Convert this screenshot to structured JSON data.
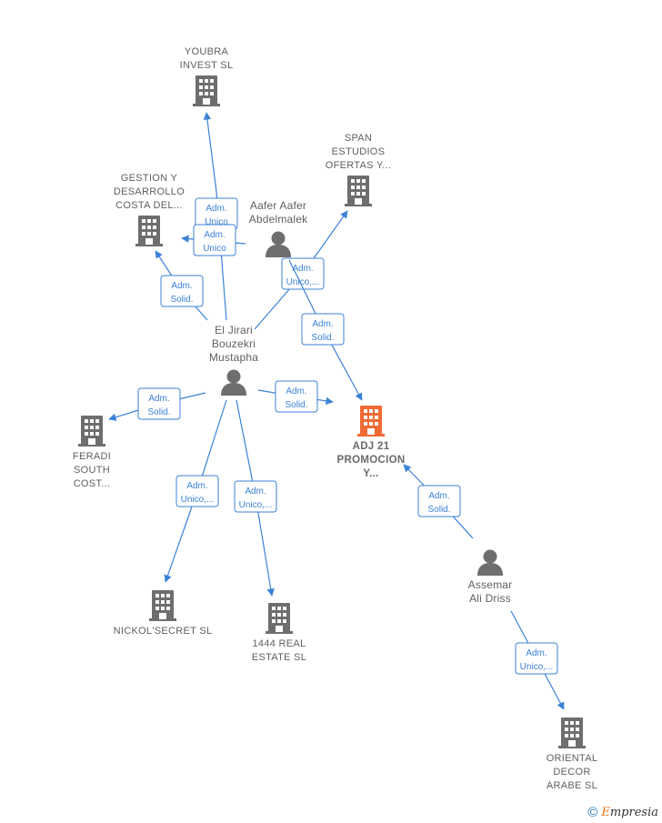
{
  "nodes": [
    {
      "id": "youbra",
      "type": "company",
      "lines": [
        "YOUBRA",
        "INVEST SL"
      ]
    },
    {
      "id": "gestion",
      "type": "company",
      "lines": [
        "GESTION Y",
        "DESARROLLO",
        "COSTA DEL..."
      ]
    },
    {
      "id": "span",
      "type": "company",
      "lines": [
        "SPAN",
        "ESTUDIOS",
        "OFERTAS Y..."
      ]
    },
    {
      "id": "aafer",
      "type": "person",
      "lines": [
        "Aafer Aafer",
        "Abdelmalek"
      ]
    },
    {
      "id": "eljirari",
      "type": "person",
      "lines": [
        "El Jirari",
        "Bouzekri",
        "Mustapha"
      ]
    },
    {
      "id": "adj21",
      "type": "company",
      "focus": true,
      "lines": [
        "ADJ 21",
        "PROMOCION",
        "Y..."
      ]
    },
    {
      "id": "feradi",
      "type": "company",
      "lines": [
        "FERADI",
        "SOUTH",
        "COST..."
      ]
    },
    {
      "id": "nickol",
      "type": "company",
      "lines": [
        "NICKOL'SECRET SL"
      ]
    },
    {
      "id": "real1444",
      "type": "company",
      "lines": [
        "1444 REAL",
        "ESTATE  SL"
      ]
    },
    {
      "id": "assemar",
      "type": "person",
      "lines": [
        "Assemar",
        "Ali Driss"
      ]
    },
    {
      "id": "oriental",
      "type": "company",
      "lines": [
        "ORIENTAL",
        "DECOR",
        "ARABE SL"
      ]
    }
  ],
  "edges": [
    {
      "id": "e1",
      "from": "eljirari",
      "to": "youbra",
      "label": [
        "Adm.",
        "Unico"
      ]
    },
    {
      "id": "e2",
      "from": "aafer",
      "to": "gestion",
      "label": [
        "Adm.",
        "Unico"
      ]
    },
    {
      "id": "e3",
      "from": "eljirari",
      "to": "gestion",
      "label": [
        "Adm.",
        "Solid."
      ]
    },
    {
      "id": "e4",
      "from": "eljirari",
      "to": "span",
      "label": [
        "Adm.",
        "Unico,..."
      ]
    },
    {
      "id": "e5",
      "from": "aafer",
      "to": "adj21",
      "label": [
        "Adm.",
        "Solid."
      ]
    },
    {
      "id": "e6",
      "from": "eljirari",
      "to": "adj21",
      "label": [
        "Adm.",
        "Solid."
      ]
    },
    {
      "id": "e7",
      "from": "eljirari",
      "to": "feradi",
      "label": [
        "Adm.",
        "Solid."
      ]
    },
    {
      "id": "e8",
      "from": "eljirari",
      "to": "nickol",
      "label": [
        "Adm.",
        "Unico,..."
      ]
    },
    {
      "id": "e9",
      "from": "eljirari",
      "to": "real1444",
      "label": [
        "Adm.",
        "Unico,..."
      ]
    },
    {
      "id": "e10",
      "from": "assemar",
      "to": "adj21",
      "label": [
        "Adm.",
        "Solid."
      ]
    },
    {
      "id": "e11",
      "from": "assemar",
      "to": "oriental",
      "label": [
        "Adm.",
        "Unico,..."
      ]
    }
  ],
  "colors": {
    "edge": "#3b82d6",
    "node": "#6e6e6e",
    "focus_node": "#f06a35",
    "label_text": "#5f5f5f"
  },
  "brand": {
    "copyright": "©",
    "name_initial": "E",
    "name_rest": "mpresia"
  }
}
